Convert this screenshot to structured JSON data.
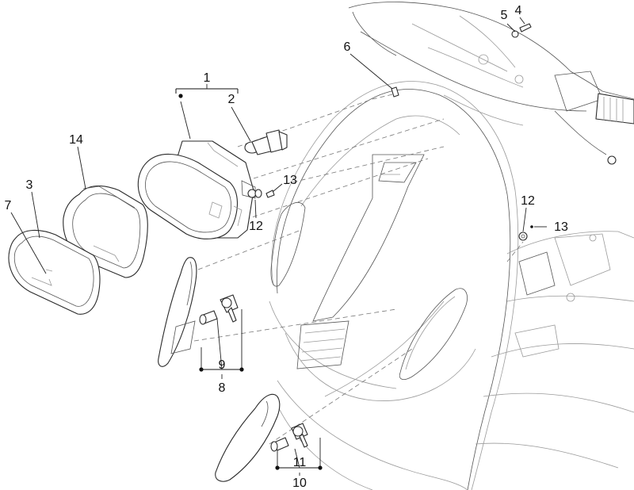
{
  "diagram": {
    "callouts": [
      {
        "id": "c1",
        "label": "1"
      },
      {
        "id": "c2",
        "label": "2"
      },
      {
        "id": "c3",
        "label": "3"
      },
      {
        "id": "c4",
        "label": "4"
      },
      {
        "id": "c5",
        "label": "5"
      },
      {
        "id": "c6",
        "label": "6"
      },
      {
        "id": "c7",
        "label": "7"
      },
      {
        "id": "c8",
        "label": "8"
      },
      {
        "id": "c9",
        "label": "9"
      },
      {
        "id": "c10",
        "label": "10"
      },
      {
        "id": "c11",
        "label": "11"
      },
      {
        "id": "c12a",
        "label": "12"
      },
      {
        "id": "c12b",
        "label": "12"
      },
      {
        "id": "c13a",
        "label": "13"
      },
      {
        "id": "c13b",
        "label": "13"
      },
      {
        "id": "c14",
        "label": "14"
      }
    ],
    "colors": {
      "line": "#2a2a2a",
      "faint": "#9a9a9a",
      "background": "#ffffff"
    }
  }
}
